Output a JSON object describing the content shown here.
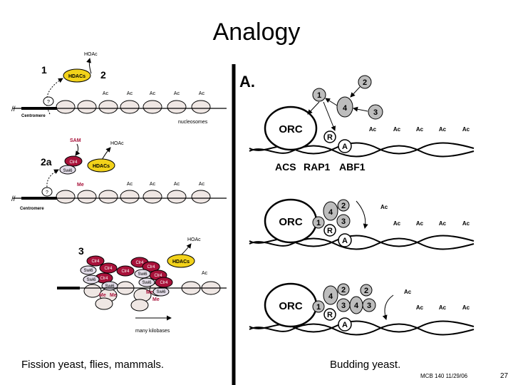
{
  "slide": {
    "title": "Analogy",
    "caption_left": "Fission yeast, flies, mammals.",
    "caption_right": "Budding yeast.",
    "footer": "MCB 140 11/29/06",
    "page": "27"
  },
  "left_panel": {
    "step1": "1",
    "step2": "2",
    "step2a": "2a",
    "step3": "3",
    "hoac": "HOAc",
    "hdacs": "HDACs",
    "ac": "Ac",
    "question": "?",
    "centromere": "Centromere",
    "nucleosomes": "nucleosomes",
    "sam": "SAM",
    "clr4": "Clr4",
    "swi6": "Swi6",
    "me": "Me",
    "many_kilobases": "many kilobases"
  },
  "right_panel": {
    "panel_label": "A.",
    "orc": "ORC",
    "r": "R",
    "a": "A",
    "n1": "1",
    "n2": "2",
    "n3": "3",
    "n4": "4",
    "ac": "Ac",
    "acs": "ACS",
    "rap1": "RAP1",
    "abf1": "ABF1"
  },
  "colors": {
    "hdacs_fill": "#f2d21a",
    "clr4_fill": "#a8123a",
    "swi6_fill": "#e2dce8",
    "nucleosome_fill": "#efe7e4",
    "protein_gray": "#bdbdbd",
    "divider": "#000000"
  }
}
